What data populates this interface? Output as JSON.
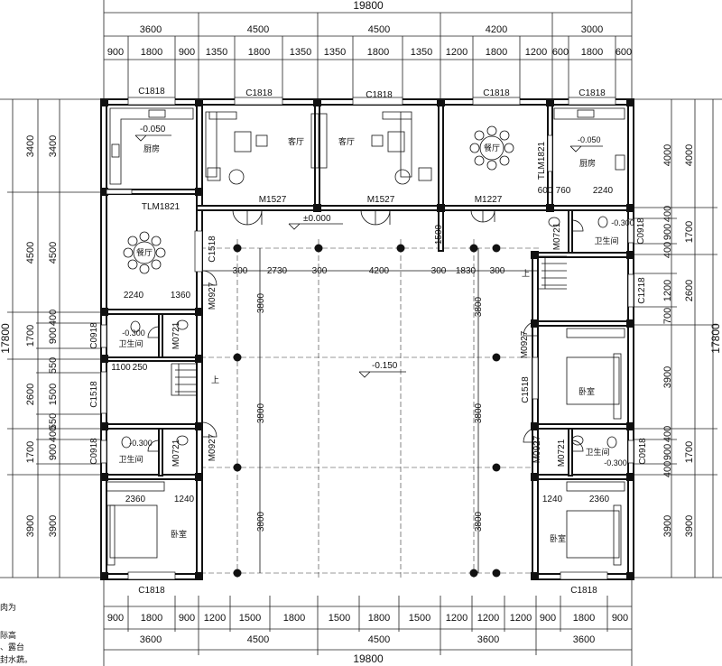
{
  "dimensions": {
    "top_total": "19800",
    "top_main": [
      "3600",
      "4500",
      "4500",
      "4200",
      "3000"
    ],
    "top_sub": [
      "900",
      "1800",
      "900",
      "1350",
      "1800",
      "1350",
      "1350",
      "1800",
      "1350",
      "1200",
      "1800",
      "1200",
      "600",
      "1800",
      "600"
    ],
    "bottom_sub": [
      "900",
      "1800",
      "900",
      "1200",
      "1500",
      "1800",
      "1500",
      "1800",
      "1500",
      "1200",
      "1200",
      "1200",
      "900",
      "1800",
      "900"
    ],
    "bottom_main": [
      "3600",
      "4500",
      "4500",
      "3600",
      "3600"
    ],
    "bottom_total": "19800",
    "left_total": "17800",
    "left_outer": [
      "3400",
      "4500",
      "1700",
      "2600",
      "1700",
      "3900"
    ],
    "left_inner": [
      "3400",
      "4500",
      "900",
      "400",
      "550",
      "1500",
      "550",
      "400",
      "900",
      "3900"
    ],
    "right_total": "17800",
    "right_outer": [
      "4000",
      "1700",
      "2600",
      "1700",
      "3900"
    ],
    "right_inner": [
      "4000",
      "400",
      "900",
      "400",
      "1200",
      "700",
      "3900",
      "400",
      "900",
      "400",
      "3900"
    ]
  },
  "windows": [
    "C1818",
    "C1818",
    "C1818",
    "C1818",
    "C1818",
    "C1818",
    "C1818"
  ],
  "doors": {
    "m1527_a": "M1527",
    "m1527_b": "M1527",
    "m1227": "M1227",
    "tlm_left": "TLM1821",
    "tlm_right": "TLM1821",
    "m0927_a": "M0927",
    "m0927_b": "M0927",
    "m0927_c": "M0927",
    "m0927_d": "M0927",
    "m0721_a": "M0721",
    "m0721_b": "M0721",
    "m0721_c": "M0721",
    "m0721_d": "M0721",
    "c1518_a": "C1518",
    "c1518_b": "C1518",
    "c1518_c": "C1518",
    "c0918_a": "C0918",
    "c0918_b": "C0918",
    "c0918_c": "C0918",
    "c0918_d": "C0918",
    "c1218": "C1218"
  },
  "rooms": {
    "kitchen": "厨房",
    "living": "客厅",
    "dining": "餐厅",
    "bathroom": "卫生间",
    "bedroom": "卧室",
    "up": "上"
  },
  "levels": {
    "kitchen_left": "-0.050",
    "kitchen_right": "-0.050",
    "entrance": "±0.000",
    "courtyard": "-0.150",
    "bath": "-0.300"
  },
  "inner_dims": {
    "d_1500": "1500",
    "d_2730": "2730",
    "d_300": "300",
    "d_4200": "4200",
    "d_1830": "1830",
    "d_2240": "2240",
    "d_1360": "1360",
    "d_1100": "1100",
    "d_250": "250",
    "d_2360": "2360",
    "d_1240": "1240",
    "d_600": "600",
    "d_760": "760",
    "d_3800": "3800"
  },
  "notes": [
    "肉为",
    "际高",
    "、露台",
    "封水蔬。"
  ]
}
